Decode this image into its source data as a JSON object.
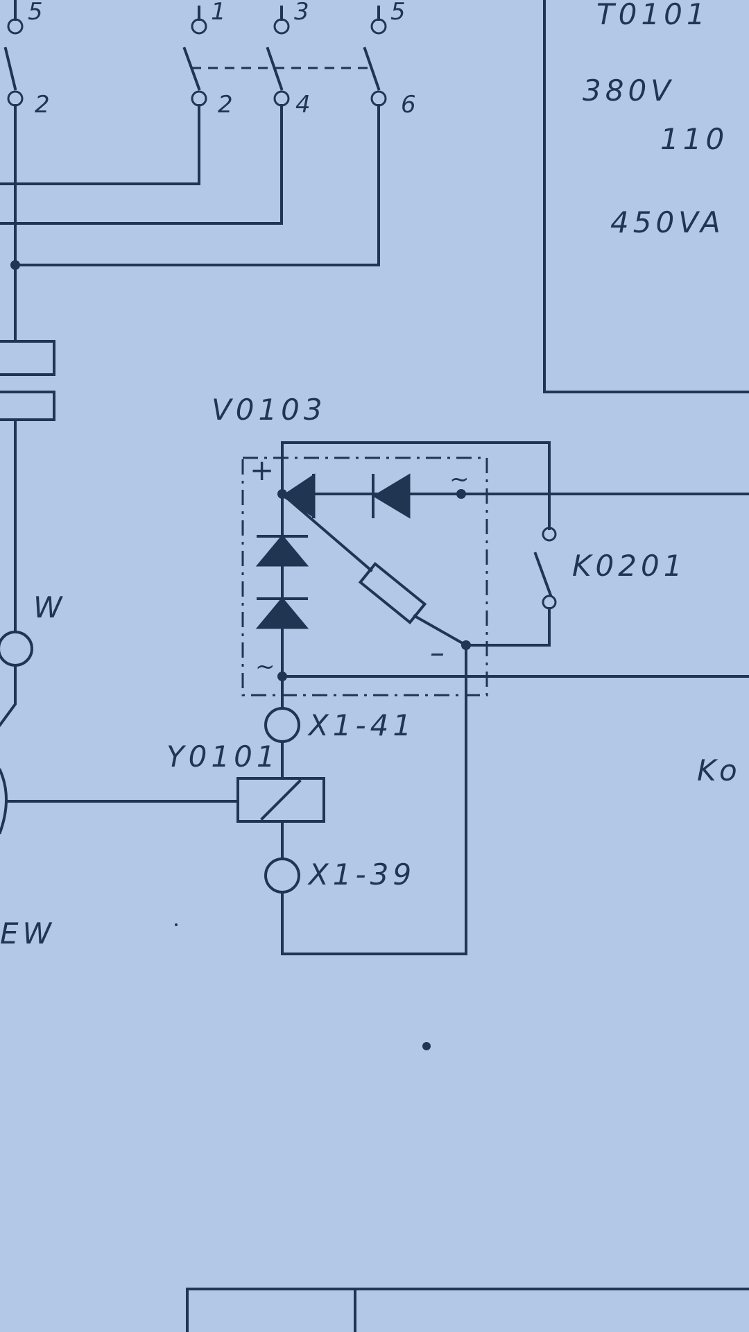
{
  "colors": {
    "paper": "#b3c8e7",
    "ink": "#1f3552"
  },
  "labels": {
    "terminal_top_1": "5",
    "terminal_top_2": "1",
    "terminal_top_3": "3",
    "terminal_top_4": "5",
    "terminal_bot_1": "2",
    "terminal_bot_2": "2",
    "terminal_bot_3": "4",
    "terminal_bot_4": "6",
    "transformer_1": "T0101",
    "transformer_2": "380V",
    "transformer_3": "110",
    "transformer_4": "450VA",
    "rectifier": "V0103",
    "plus": "+",
    "minus": "–",
    "ac_top": "~",
    "ac_bottom": "~",
    "contact": "K0201",
    "terminal_x1_41": "X1-41",
    "coil": "Y0101",
    "terminal_x1_39": "X1-39",
    "motor_w": "W",
    "left_ew": "EW",
    "right_ko": "Ko"
  }
}
